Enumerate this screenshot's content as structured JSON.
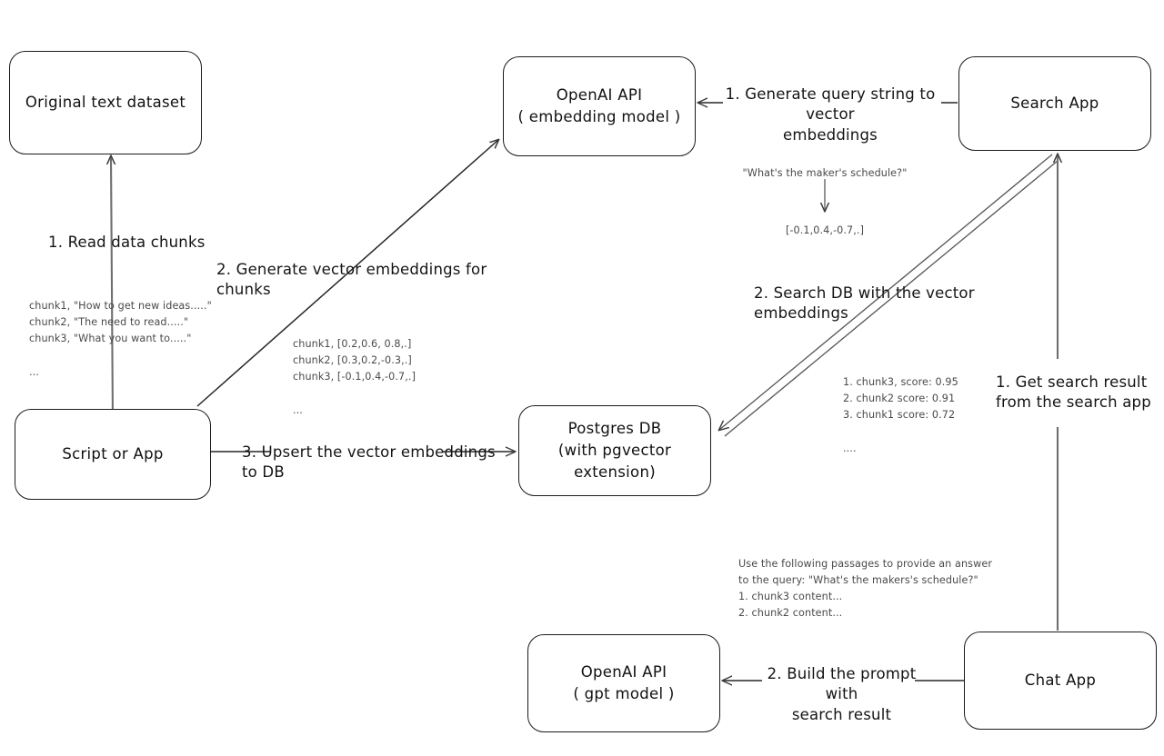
{
  "diagram": {
    "title": "Vector search RAG architecture",
    "stroke_color": "#1b1b1b",
    "note_color": "#4a4a4a"
  },
  "nodes": {
    "original_dataset": {
      "line1": "Original text dataset",
      "line2": ""
    },
    "script_or_app": {
      "line1": "Script or App",
      "line2": ""
    },
    "openai_embedding": {
      "line1": "OpenAI API",
      "line2": "( embedding model )"
    },
    "postgres_db": {
      "line1": "Postgres DB",
      "line2": "(with pgvector extension)"
    },
    "search_app": {
      "line1": "Search App",
      "line2": ""
    },
    "chat_app": {
      "line1": "Chat App",
      "line2": ""
    },
    "openai_gpt": {
      "line1": "OpenAI API",
      "line2": "( gpt model )"
    }
  },
  "edge_labels": {
    "read_chunks": "1. Read data chunks",
    "generate_embeddings": "2. Generate vector embeddings for chunks",
    "upsert_to_db": "3. Upsert the vector embeddings  to DB",
    "generate_query_embeddings": "1. Generate query string to vector\nembeddings",
    "search_db": "2. Search DB with the vector embeddings",
    "get_search_result": "1. Get search result\nfrom the search app",
    "build_prompt": "2. Build the prompt with\nsearch result"
  },
  "notes": {
    "chunks_sample": "chunk1, \"How to get new ideas.....\"\nchunk2, \"The need to read.....\"\nchunk3, \"What you want to.....\"\n\n...",
    "chunk_vectors": "chunk1, [0.2,0.6, 0.8,.]\nchunk2, [0.3,0.2,-0.3,.]\nchunk3, [-0.1,0.4,-0.7,.]\n\n...",
    "query_string": "\"What's the maker's schedule?\"",
    "query_vector": "[-0.1,0.4,-0.7,.]",
    "search_results": "1. chunk3, score: 0.95\n2. chunk2 score: 0.91\n3. chunk1 score: 0.72\n\n....",
    "prompt_sample": "Use the following passages to provide an answer\nto the query: \"What's the makers's schedule?\"\n1. chunk3 content...\n2. chunk2 content..."
  }
}
